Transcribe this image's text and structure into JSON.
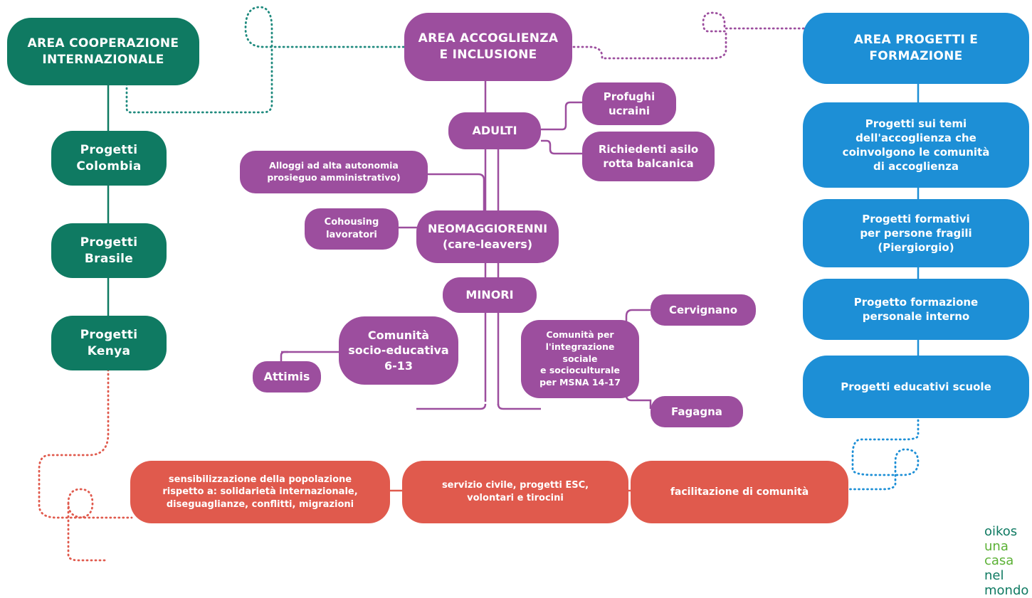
{
  "colors": {
    "green": "#0f7a62",
    "purple": "#9c4e9e",
    "blue": "#1d8fd6",
    "red": "#e05a4d"
  },
  "areas": {
    "cooperazione": "AREA COOPERAZIONE\nINTERNAZIONALE",
    "accoglienza": "AREA ACCOGLIENZA\nE INCLUSIONE",
    "progetti": "AREA PROGETTI E\nFORMAZIONE"
  },
  "cooperazione_items": {
    "colombia": "Progetti\nColombia",
    "brasile": "Progetti\nBrasile",
    "kenya": "Progetti\nKenya"
  },
  "accoglienza_items": {
    "adulti": "ADULTI",
    "profughi": "Profughi\nucraini",
    "richiedenti": "Richiedenti asilo\nrotta balcanica",
    "alloggi": "Alloggi ad alta autonomia\nprosieguo amministrativo)",
    "neomaggiorenni": "NEOMAGGIORENNI\n(care-leavers)",
    "cohousing": "Cohousing\nlavoratori",
    "minori": "MINORI",
    "comunita_socio": "Comunità\nsocio-educativa\n6-13",
    "attimis": "Attimis",
    "comunita_integrazione": "Comunità per\nl'integrazione sociale\ne socioculturale\nper MSNA 14-17",
    "cervignano": "Cervignano",
    "fagagna": "Fagagna"
  },
  "progetti_items": {
    "temi": "Progetti sui temi\ndell'accoglienza che\ncoinvolgono le comunità\ndi accoglienza",
    "formativi": "Progetti formativi\nper persone fragili\n(Piergiorgio)",
    "formazione": "Progetto formazione\npersonale interno",
    "scuole": "Progetti educativi scuole"
  },
  "bottom_items": {
    "sensibilizzazione": "sensibilizzazione della popolazione\nrispetto a: solidarietà internazionale,\ndiseguaglianze, conflitti, migrazioni",
    "servizio": "servizio civile, progetti ESC,\nvolontari e tirocini",
    "facilitazione": "facilitazione di comunità"
  },
  "logo": {
    "line1": "oikos",
    "line2": "una casa",
    "line3": "nel mondo"
  }
}
